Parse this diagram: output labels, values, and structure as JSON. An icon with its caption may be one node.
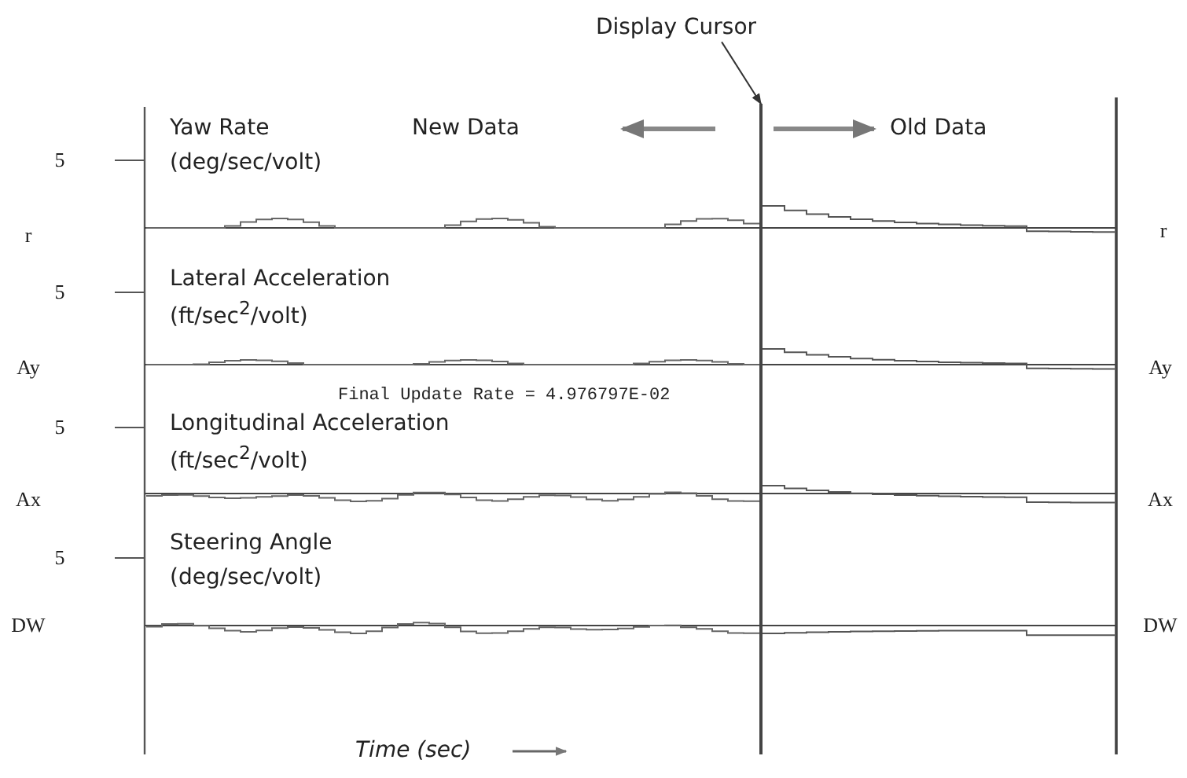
{
  "diagram": {
    "nodes": [
      {
        "text": [
          "Display Cursor"
        ]
      },
      {
        "text": [],
        "shape": "bar"
      }
    ],
    "edges": [
      {
        "from": 0,
        "to": 1,
        "arrow": "to"
      }
    ],
    "labels": [
      "5",
      "Yaw Rate",
      "(deg/sec/volt)",
      "New Data",
      "Old Data",
      "r",
      "r",
      "5",
      "Lateral Acceleration",
      "(ft/sec$^{2}$/volt)",
      "Ay",
      "Ay",
      "Final Update Rate = 4.976797E-02",
      "5",
      "Longitudinal Acceleration",
      "(ft/sec$^{2}$/volt)",
      "Ax",
      "Ax",
      "5",
      "Steering Angle",
      "(deg/sec/volt)",
      "DW",
      "DW",
      "Time (sec)"
    ]
  }
}
